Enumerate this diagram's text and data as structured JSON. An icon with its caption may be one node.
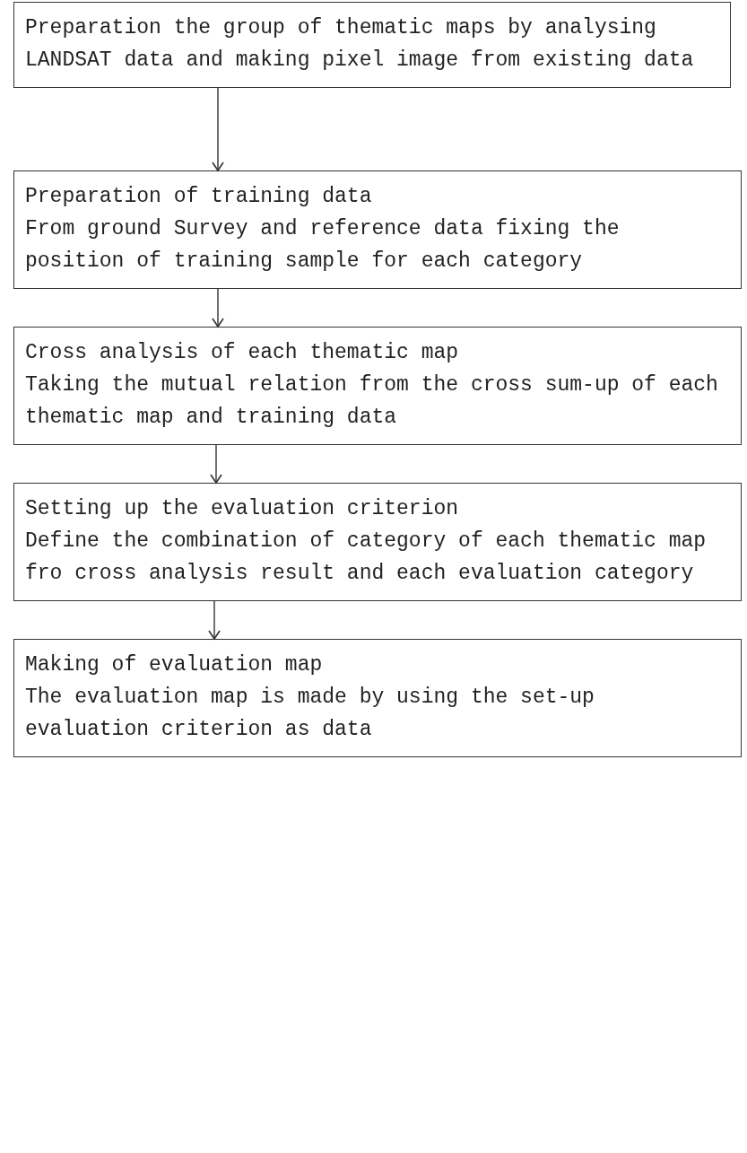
{
  "diagram": {
    "nodes": [
      {
        "text": [
          "Preparation the group of thematic maps by analysing LANDSAT data and making pixel image from existing data"
        ]
      },
      {
        "text": [
          "Preparation of training data",
          "From ground Survey and reference data fixing the position of training sample for each category"
        ]
      },
      {
        "text": [
          "Cross analysis of each thematic map",
          "Taking the mutual relation from the cross sum-up of each thematic map and training data"
        ]
      },
      {
        "text": [
          "Setting up the evaluation criterion",
          "Define the combination of category of each thematic map fro cross analysis result and each evaluation category"
        ]
      },
      {
        "text": [
          "Making of evaluation map",
          "The evaluation map is made by using the set-up evaluation criterion as data"
        ]
      }
    ],
    "edges": [
      {
        "from": 0,
        "to": 1,
        "arrow": "to"
      },
      {
        "from": 1,
        "to": 2,
        "arrow": "to"
      },
      {
        "from": 2,
        "to": 3,
        "arrow": "to"
      },
      {
        "from": 3,
        "to": 4,
        "arrow": "to"
      }
    ]
  }
}
